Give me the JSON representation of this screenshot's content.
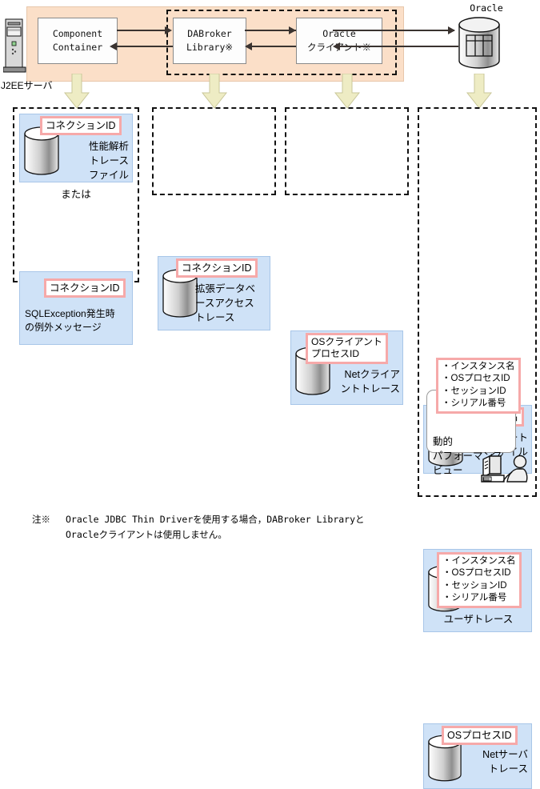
{
  "diagram": {
    "top_panel": {
      "server_label": "J2EEサーバ",
      "boxes": [
        {
          "id": "component-container",
          "line1": "Component",
          "line2": "Container"
        },
        {
          "id": "dabroker-library",
          "line1": "DABroker",
          "line2": "Library※"
        },
        {
          "id": "oracle-client",
          "line1": "Oracle",
          "line2": "クライアント※"
        }
      ],
      "database": {
        "label": "Oracle"
      }
    },
    "columns": [
      {
        "id": "col-performance-trace",
        "sections": [
          {
            "key": "コネクションID",
            "caption": "性能解析\nトレース\nファイル",
            "has_cylinder": true
          },
          {
            "separator": "または"
          },
          {
            "key": "コネクションID",
            "caption": "SQLException発生時\nの例外メッセージ",
            "has_cylinder": false
          }
        ]
      },
      {
        "id": "col-extended-db-access-trace",
        "sections": [
          {
            "key": "コネクションID",
            "caption": "拡張データベ\nースアクセス\nトレース",
            "has_cylinder": true
          }
        ]
      },
      {
        "id": "col-net-client-trace",
        "sections": [
          {
            "key": "OSクライアント\nプロセスID",
            "caption": "Netクライア\nントトレース",
            "has_cylinder": true
          }
        ]
      },
      {
        "id": "col-oracle-traces",
        "sections": [
          {
            "key": "インスタンス名",
            "caption": "アラート\nファイル",
            "has_cylinder": true
          },
          {
            "key_list": [
              "・インスタンス名",
              "・OSプロセスID",
              "・セッションID",
              "・シリアル番号"
            ],
            "caption": "ユーザトレース",
            "has_cylinder": true
          },
          {
            "key": "OSプロセスID",
            "caption": "Netサーバ\nトレース",
            "has_cylinder": true
          },
          {
            "key_list": [
              "・インスタンス名",
              "・OSプロセスID",
              "・セッションID",
              "・シリアル番号"
            ],
            "caption": "動的\nパフォーマンス\nビュー",
            "has_cylinder": false
          }
        ]
      }
    ],
    "footnote": {
      "marker": "注※",
      "text": "Oracle JDBC Thin Driverを使用する場合，DABroker Libraryと\nOracleクライアントは使用しません。"
    },
    "colors": {
      "panel_bg": "#fbdfc8",
      "blue_panel": "#cfe2f7",
      "key_border": "#f6a9a9",
      "arrow": "#3a3330",
      "down_arrow": "#eeecc4"
    }
  }
}
